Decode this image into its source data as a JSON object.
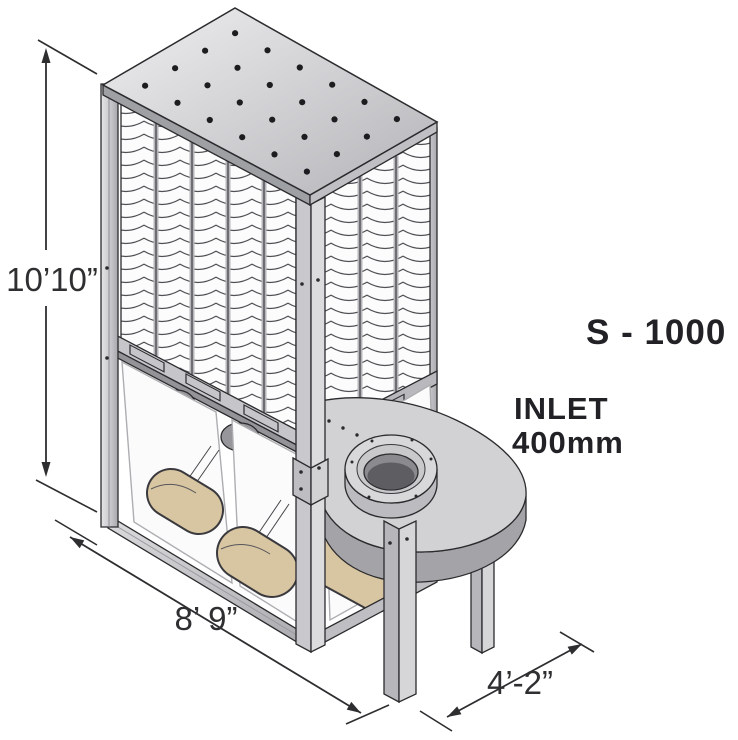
{
  "diagram": {
    "title": "S-1000 dust collector dimension drawing",
    "model_label": "S - 1000",
    "inlet_label": {
      "line1": "INLET",
      "line2": "400mm"
    },
    "dimensions": {
      "height": "10’10”",
      "width": "8’ 9”",
      "depth": "4’-2”"
    },
    "machine_parts": [
      "perforated-top-panel",
      "pleated-filter-cartridges",
      "filter-mounting-tray",
      "clear-collection-bags",
      "collected-sawdust",
      "steel-frame-posts",
      "blower-scroll-housing",
      "inlet-ring",
      "support-legs"
    ],
    "colors": {
      "background": "#ffffff",
      "outline": "#2b2b2e",
      "metal_light": "#e2e2e5",
      "metal_mid": "#c6c6ca",
      "metal_dark": "#97979b",
      "fan_side": "#a4a4a8",
      "fan_hole": "#5e5e62",
      "dust": "#d8c5a1",
      "dimension_text": "#2f2f31",
      "label_text": "#222226"
    }
  }
}
